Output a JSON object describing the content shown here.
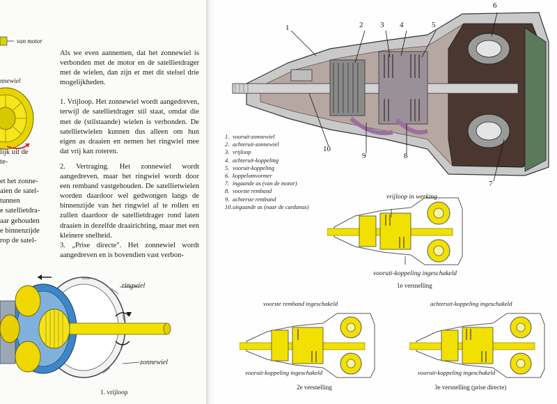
{
  "left_page": {
    "motor_label": "van motor",
    "sunwheel_label_top": "nnewiel",
    "cut_lines": [
      "lijk uit de",
      "te-",
      "",
      "et het zonne-",
      "aien de satel-",
      "tunnen",
      "e satellietdra-",
      "aar gehouden",
      "e binnenzijde",
      "rop de satel-"
    ],
    "paragraphs": [
      "Als we even aannemen, dat het zonnewiel is verbonden met de motor en de satellietdrager met de wielen, dan zijn er met dit stelsel drie mogelijkheden.",
      "1. Vrijloop. Het zonnewiel wordt aangedreven, terwijl de satellietdrager stil staat, omdat die met de (stilstaande) wielen is verbonden. De satellietwielen kunnen dus alleen om hun eigen as draaien en nemen het ringwiel mee dat vrij kan roteren.",
      "2. Vertraging. Het zonnewiel wordt aangedreven, maar het ringwiel wordt door een remband vastgehouden. De satellietwielen worden daardoor wel gedwongen langs de binnenzijde van het ringwiel af te rollen en zullen daardoor de satellietdrager rond laten draaien in dezelfde draairichting, maar met een kleinere snelheid.",
      "3. „Prise directe\". Het zonnewiel wordt aangedreven en is bovendien vast verbon-"
    ],
    "ringwiel_label": "ringwiel",
    "zonnewiel_label": "zonnewiel",
    "figure_caption": "1.   vrijloop"
  },
  "right_page": {
    "callout_numbers": [
      "1",
      "2",
      "3",
      "4",
      "5",
      "6",
      "7",
      "8",
      "9",
      "10"
    ],
    "legend": [
      {
        "n": "1.",
        "text": "vooruit-zonnewiel"
      },
      {
        "n": "2.",
        "text": "achteruit-zonnewiel"
      },
      {
        "n": "3.",
        "text": "vrijloop"
      },
      {
        "n": "4.",
        "text": "achteruit-koppeling"
      },
      {
        "n": "5.",
        "text": "vooruit-koppeling"
      },
      {
        "n": "6.",
        "text": "koppelomvormer"
      },
      {
        "n": "7.",
        "text": "ingaande as (van de motor)"
      },
      {
        "n": "8.",
        "text": "voorste remband"
      },
      {
        "n": "9.",
        "text": "achterste remband"
      },
      {
        "n": "10.",
        "text": "uitgaande as (naar de cardanas)"
      }
    ],
    "gear1": {
      "top_label": "vrijloop in werking",
      "bottom_label": "vooruit-koppeling ingeschakeld",
      "caption": "1e versnelling"
    },
    "gear2": {
      "top_label": "voorste remband ingeschakeld",
      "bottom_label": "vooruit-koppeling ingeschakeld",
      "caption": "2e versnelling"
    },
    "gear3": {
      "top_label": "achteruit-koppeling ingeschakeld",
      "bottom_label": "vooruit-koppeling ingeschakeld",
      "caption": "3e versnelling (prise directe)"
    }
  },
  "colors": {
    "yellow": "#f2e000",
    "gear_blue": "#3f86c8",
    "gear_steel": "#8ea9c0",
    "arrow_red": "#d92b2b",
    "housing_gray": "#8a8a8a",
    "converter_dark": "#3a2a24"
  }
}
